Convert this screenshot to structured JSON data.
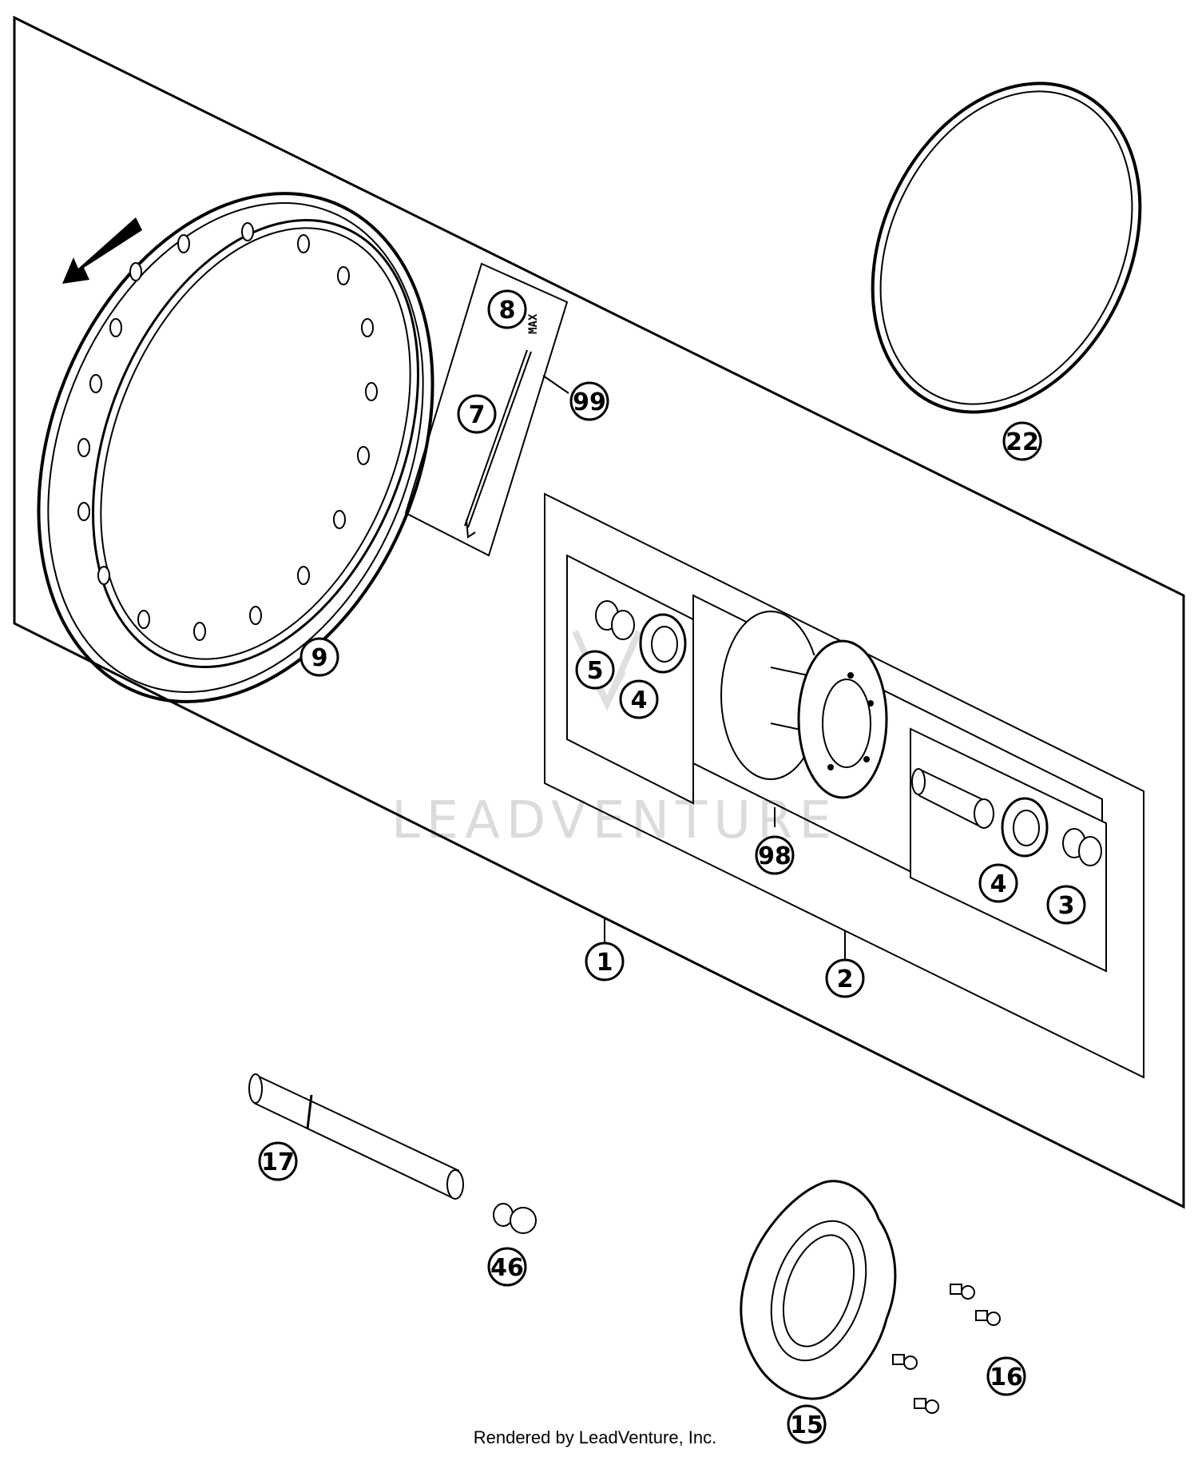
{
  "watermark": "LEADVENTURE",
  "footer": "Rendered by LeadVenture, Inc.",
  "spoke_stamp": "MAX",
  "callouts": {
    "c1": "1",
    "c2": "2",
    "c3": "3",
    "c4a": "4",
    "c4b": "4",
    "c5": "5",
    "c7": "7",
    "c8": "8",
    "c9": "9",
    "c15": "15",
    "c16": "16",
    "c17": "17",
    "c22": "22",
    "c46": "46",
    "c98": "98",
    "c99": "99"
  }
}
